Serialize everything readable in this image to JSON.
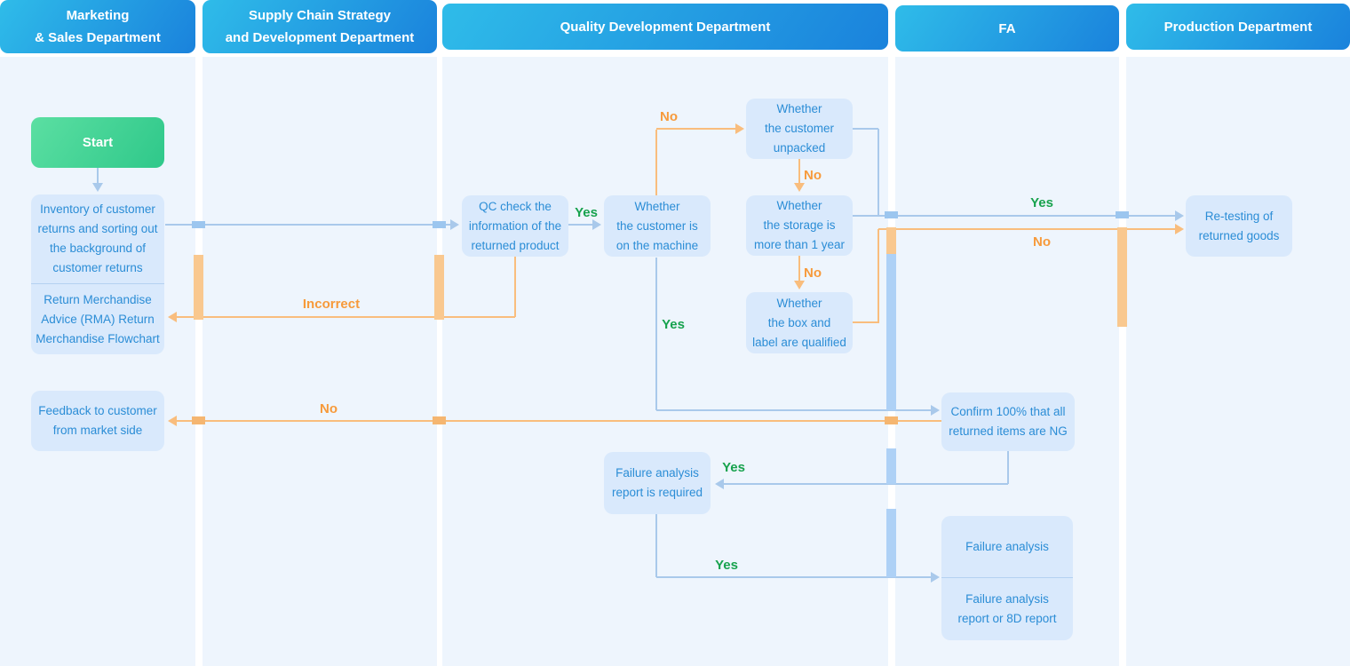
{
  "lanes": [
    {
      "title": "Marketing\n& Sales Department"
    },
    {
      "title": "Supply Chain Strategy\nand Development Department"
    },
    {
      "title": "Quality Development Department"
    },
    {
      "title": "FA"
    },
    {
      "title": "Production Department"
    }
  ],
  "nodes": {
    "start": {
      "label": "Start"
    },
    "inventory": {
      "label": "Inventory of customer\nreturns and sorting out\nthe background of\ncustomer returns"
    },
    "rma": {
      "label": "Return Merchandise\nAdvice (RMA) Return\nMerchandise Flowchart"
    },
    "feedback": {
      "label": "Feedback to customer\nfrom market side"
    },
    "qc_check": {
      "label": "QC check the\ninformation of the\nreturned product"
    },
    "on_machine": {
      "label": "Whether\nthe customer is\non the machine"
    },
    "unpacked": {
      "label": "Whether\nthe customer\nunpacked"
    },
    "storage": {
      "label": "Whether\nthe storage is\nmore than 1 year"
    },
    "box_label": {
      "label": "Whether\nthe box and\nlabel are qualified"
    },
    "confirm_ng": {
      "label": "Confirm 100% that all\nreturned items are NG"
    },
    "fa_report_required": {
      "label": "Failure analysis\nreport is required"
    },
    "failure_analysis": {
      "label": "Failure analysis"
    },
    "fa_report_8d": {
      "label": "Failure analysis\nreport or 8D report"
    },
    "retesting": {
      "label": "Re-testing of\nreturned goods"
    }
  },
  "edge_labels": {
    "qc_yes": "Yes",
    "qc_incorrect": "Incorrect",
    "machine_no": "No",
    "unpacked_no": "No",
    "storage_no": "No",
    "retest_yes": "Yes",
    "retest_no": "No",
    "machine_yes": "Yes",
    "confirm_no": "No",
    "confirm_yes": "Yes",
    "report_yes": "Yes"
  },
  "colors": {
    "header_gradient_start": "#2fbce9",
    "header_gradient_end": "#1a82dc",
    "start_gradient_start": "#5bdfa2",
    "start_gradient_end": "#2fc88a",
    "lane_bg": "#eef5fd",
    "node_bg": "#d9e9fc",
    "node_text": "#2b8dd6",
    "blue_line": "#a9c9eb",
    "orange_line": "#f9bd7d",
    "yes_green": "#17a24d",
    "no_orange": "#f79a3b",
    "blue_bar": "#aed1f6",
    "orange_bar": "#f9c88f"
  }
}
